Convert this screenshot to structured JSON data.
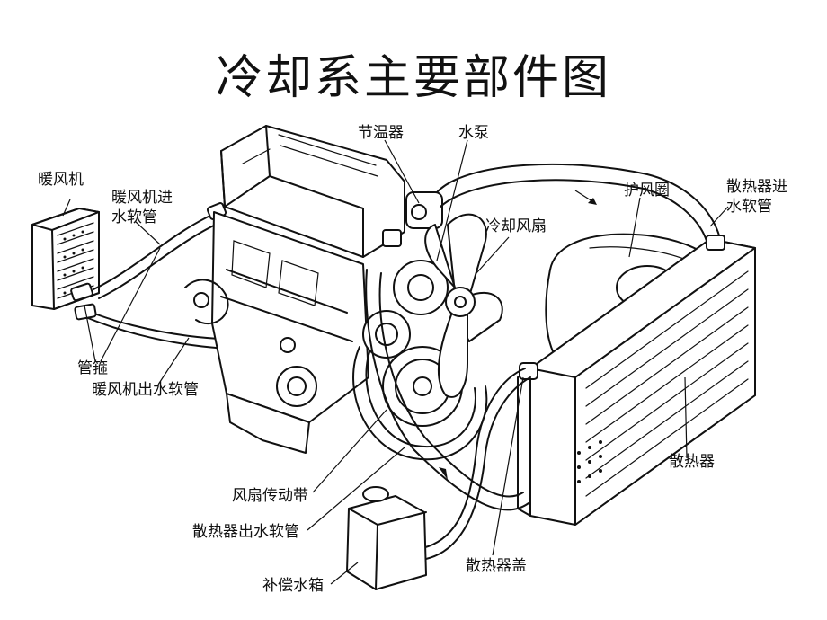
{
  "title": "冷却系主要部件图",
  "labels": {
    "heater": "暖风机",
    "heater_inlet_hose_1": "暖风机进",
    "heater_inlet_hose_2": "水软管",
    "thermostat": "节温器",
    "water_pump": "水泵",
    "fan_shroud": "护风圈",
    "radiator_inlet_hose_1": "散热器进",
    "radiator_inlet_hose_2": "水软管",
    "cooling_fan": "冷却风扇",
    "hose_clamp": "管箍",
    "heater_outlet_hose": "暖风机出水软管",
    "radiator": "散热器",
    "fan_belt": "风扇传动带",
    "radiator_outlet_hose": "散热器出水软管",
    "radiator_cap": "散热器盖",
    "expansion_tank": "补偿水箱"
  }
}
